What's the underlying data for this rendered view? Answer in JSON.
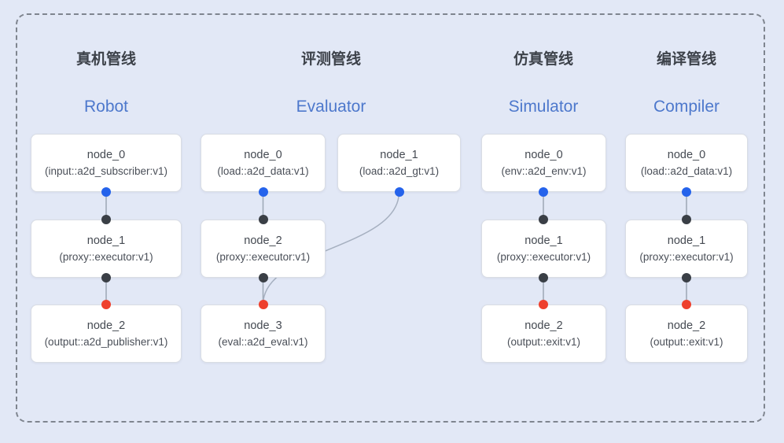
{
  "diagram": {
    "background_color": "#e2e8f6",
    "frame_border_color": "#7f858f",
    "node_background": "#ffffff",
    "node_border_color": "#d9dde4",
    "title_color": "#3d424a",
    "subtitle_color": "#4d78cc",
    "edge_color": "#9da7b5",
    "port_colors": {
      "source": "#2563eb",
      "through": "#3a3f46",
      "target": "#ee402d"
    }
  },
  "pipelines": [
    {
      "id": "robot",
      "title_zh": "真机管线",
      "title_en": "Robot",
      "nodes": [
        {
          "name": "node_0",
          "type": "(input::a2d_subscriber:v1)"
        },
        {
          "name": "node_1",
          "type": "(proxy::executor:v1)"
        },
        {
          "name": "node_2",
          "type": "(output::a2d_publisher:v1)"
        }
      ],
      "edges": [
        "node_0->node_1",
        "node_1->node_2"
      ]
    },
    {
      "id": "evaluator",
      "title_zh": "评测管线",
      "title_en": "Evaluator",
      "nodes": [
        {
          "name": "node_0",
          "type": "(load::a2d_data:v1)"
        },
        {
          "name": "node_1",
          "type": "(load::a2d_gt:v1)"
        },
        {
          "name": "node_2",
          "type": "(proxy::executor:v1)"
        },
        {
          "name": "node_3",
          "type": "(eval::a2d_eval:v1)"
        }
      ],
      "edges": [
        "node_0->node_2",
        "node_2->node_3",
        "node_1->node_3"
      ]
    },
    {
      "id": "simulator",
      "title_zh": "仿真管线",
      "title_en": "Simulator",
      "nodes": [
        {
          "name": "node_0",
          "type": "(env::a2d_env:v1)"
        },
        {
          "name": "node_1",
          "type": "(proxy::executor:v1)"
        },
        {
          "name": "node_2",
          "type": "(output::exit:v1)"
        }
      ],
      "edges": [
        "node_0->node_1",
        "node_1->node_2"
      ]
    },
    {
      "id": "compiler",
      "title_zh": "编译管线",
      "title_en": "Compiler",
      "nodes": [
        {
          "name": "node_0",
          "type": "(load::a2d_data:v1)"
        },
        {
          "name": "node_1",
          "type": "(proxy::executor:v1)"
        },
        {
          "name": "node_2",
          "type": "(output::exit:v1)"
        }
      ],
      "edges": [
        "node_0->node_1",
        "node_1->node_2"
      ]
    }
  ]
}
